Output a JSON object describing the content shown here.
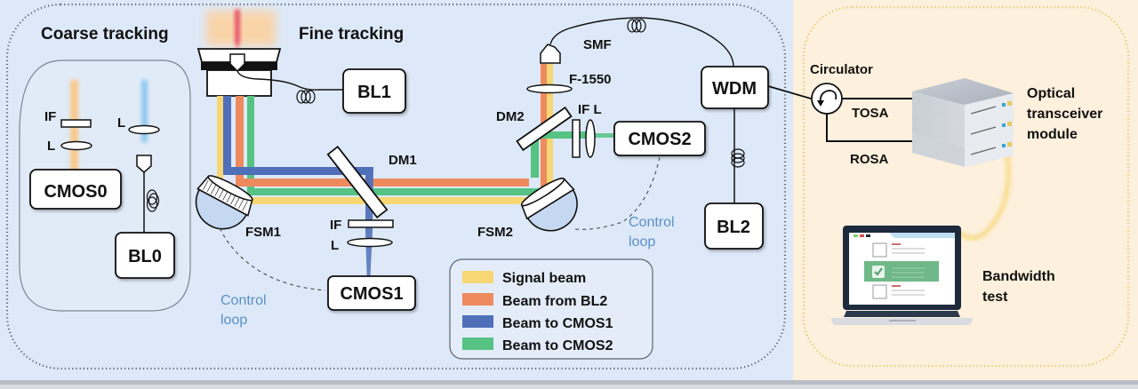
{
  "sections": {
    "coarse_title": "Coarse tracking",
    "fine_title": "Fine tracking"
  },
  "components": {
    "cmos0": "CMOS0",
    "bl0": "BL0",
    "bl1": "BL1",
    "cmos1": "CMOS1",
    "cmos2": "CMOS2",
    "wdm": "WDM",
    "bl2": "BL2"
  },
  "labels": {
    "if_coarse": "IF",
    "l_coarse_left": "L",
    "l_coarse_right": "L",
    "dm1": "DM1",
    "dm2": "DM2",
    "fsm1": "FSM1",
    "fsm2": "FSM2",
    "if_cmos1": "IF",
    "l_cmos1": "L",
    "smf": "SMF",
    "f1550": "F-1550",
    "if_l_cmos2": "IF L",
    "control_loop_1_line1": "Control",
    "control_loop_1_line2": "loop",
    "control_loop_2_line1": "Control",
    "control_loop_2_line2": "loop",
    "circulator": "Circulator",
    "tosa": "TOSA",
    "rosa": "ROSA",
    "transceiver_line1": "Optical",
    "transceiver_line2": "transceiver",
    "transceiver_line3": "module",
    "bandwidth_line1": "Bandwidth",
    "bandwidth_line2": "test"
  },
  "legend": [
    {
      "label": "Signal beam",
      "color": "#f7d774"
    },
    {
      "label": "Beam from BL2",
      "color": "#ee8a5e"
    },
    {
      "label": "Beam to CMOS1",
      "color": "#4f6fb8"
    },
    {
      "label": "Beam to CMOS2",
      "color": "#56c283"
    }
  ],
  "colors": {
    "left_panel_bg": "#dde9f8",
    "right_panel_bg": "#fdf0dc",
    "signal": "#f7d774",
    "bl2_beam": "#ee8a5e",
    "cmos1_beam": "#4f6fb8",
    "cmos2_beam": "#56c283",
    "coarse_orange": "#f9c98a",
    "coarse_blue": "#8fc8ef",
    "beacon_red": "#e8546a",
    "control_loop_text": "#5b8fc7"
  }
}
